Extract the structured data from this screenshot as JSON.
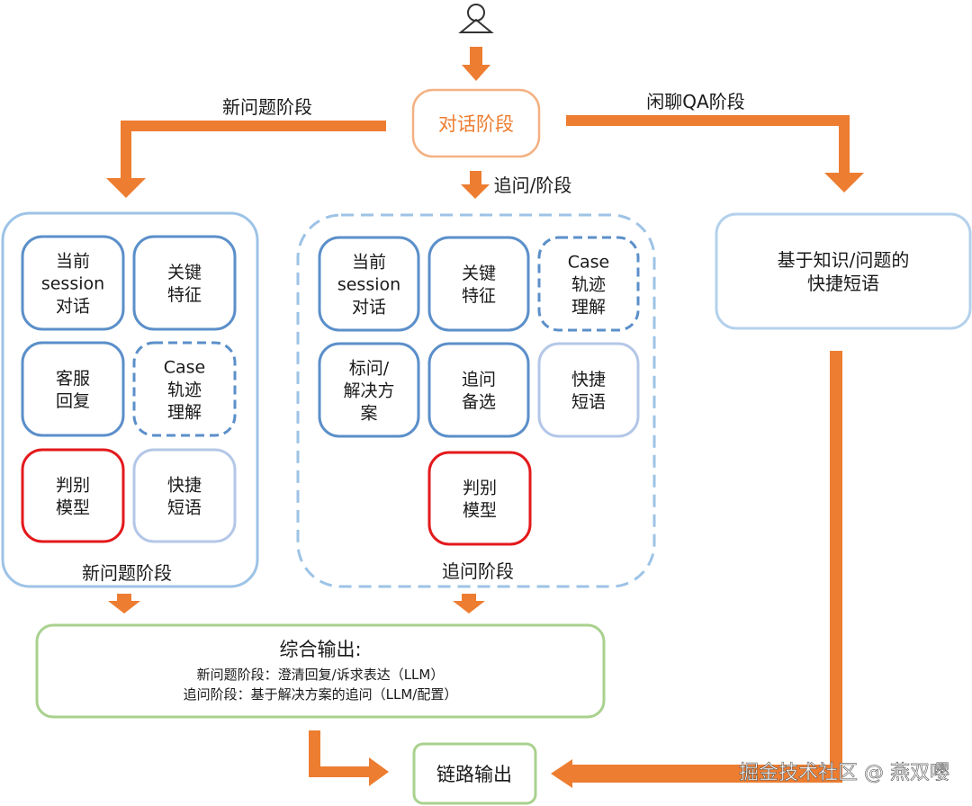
{
  "colors": {
    "arrow": "#ED7D31",
    "panel_blue": "#9DC3E6",
    "box_blue": "#5B8FC9",
    "box_light": "#B4C7E7",
    "box_red": "#E3191C",
    "output_green": "#A9D18E",
    "dialog_border": "#F4B183",
    "dialog_text": "#ED7D31"
  },
  "icons": {
    "user": "user-icon"
  },
  "dialog": {
    "label": "对话阶段"
  },
  "labels": {
    "new_branch": "新问题阶段",
    "chat_branch": "闲聊QA阶段",
    "follow_branch": "追问/阶段"
  },
  "left_panel": {
    "title": "新问题阶段",
    "cards": [
      {
        "lines": [
          "当前",
          "session",
          "对话"
        ]
      },
      {
        "lines": [
          "关键",
          "特征"
        ]
      },
      {
        "lines": [
          "客服",
          "回复"
        ]
      },
      {
        "lines": [
          "Case",
          "轨迹",
          "理解"
        ]
      },
      {
        "lines": [
          "判别",
          "模型"
        ]
      },
      {
        "lines": [
          "快捷",
          "短语"
        ]
      }
    ]
  },
  "mid_panel": {
    "title": "追问阶段",
    "cards": [
      {
        "lines": [
          "当前",
          "session",
          "对话"
        ]
      },
      {
        "lines": [
          "关键",
          "特征"
        ]
      },
      {
        "lines": [
          "Case",
          "轨迹",
          "理解"
        ]
      },
      {
        "lines": [
          "标问/",
          "解决方",
          "案"
        ]
      },
      {
        "lines": [
          "追问",
          "备选"
        ]
      },
      {
        "lines": [
          "快捷",
          "短语"
        ]
      },
      {
        "lines": [
          "判别",
          "模型"
        ]
      }
    ]
  },
  "right_panel": {
    "lines": [
      "基于知识/问题的",
      "快捷短语"
    ]
  },
  "output": {
    "title": "综合输出:",
    "line1": "新问题阶段：澄清回复/诉求表达（LLM）",
    "line2": "追问阶段：基于解决方案的追问（LLM/配置）"
  },
  "final": {
    "label": "链路输出"
  },
  "watermark": "掘金技术社区 @ 燕双嘤"
}
